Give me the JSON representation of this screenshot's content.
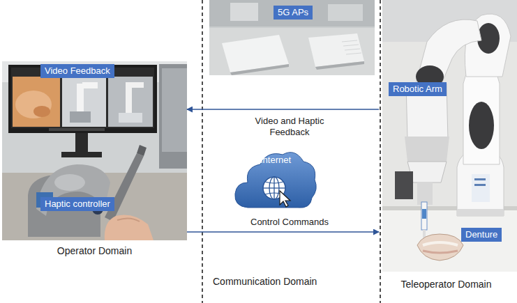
{
  "diagram": {
    "nodes": [
      {
        "text": [
          "Operator Domain"
        ]
      },
      {
        "text": [
          "Video Feedback"
        ],
        "in": 0
      },
      {
        "text": [
          "Haptic controller"
        ],
        "in": 0
      },
      {
        "text": [
          "5G APs"
        ]
      },
      {
        "text": [
          "Internet"
        ]
      },
      {
        "text": [
          "Teleoperator Domain"
        ]
      },
      {
        "text": [
          "Robotic Arm"
        ],
        "in": 5
      },
      {
        "text": [
          "Denture"
        ],
        "in": 5
      }
    ],
    "edges": [
      {
        "from": 5,
        "to": 0,
        "label": "Video and Haptic Feedback",
        "arrow": "to"
      },
      {
        "from": 0,
        "to": 5,
        "label": "Control Commands",
        "arrow": "to"
      }
    ],
    "labels": [
      "Communication Domain"
    ]
  }
}
